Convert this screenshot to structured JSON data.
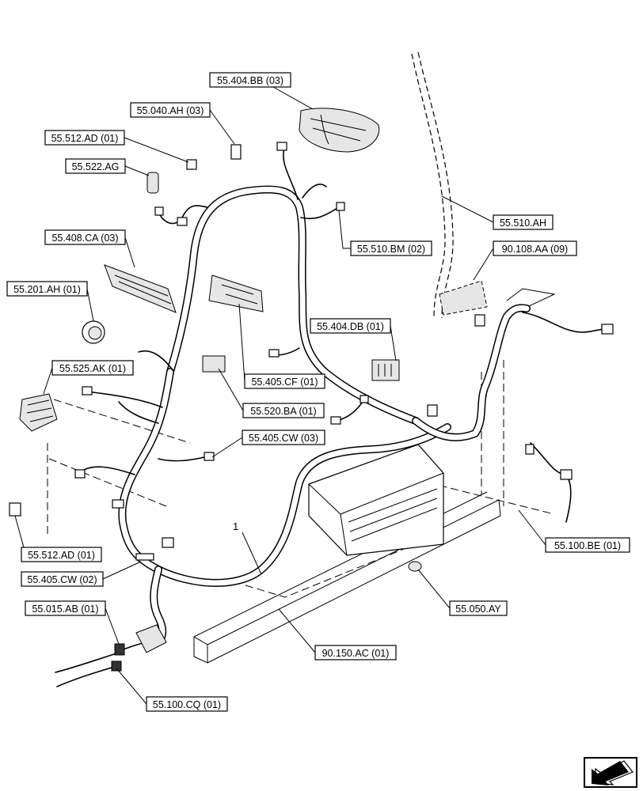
{
  "callouts": {
    "bb_404_03": "55.404.BB (03)",
    "ah_040_03": "55.040.AH (03)",
    "ad_512_01_top": "55.512.AD (01)",
    "ag_522": "55.522.AG",
    "ah_510": "55.510.AH",
    "ca_408_03": "55.408.CA (03)",
    "bm_510_02": "55.510.BM (02)",
    "aa_108_09": "90.108.AA (09)",
    "ah_201_01": "55.201.AH (01)",
    "db_404_01": "55.404.DB (01)",
    "ak_525_01": "55.525.AK (01)",
    "cf_405_01": "55.405.CF (01)",
    "ba_520_01": "55.520.BA (01)",
    "cw_405_03": "55.405.CW (03)",
    "be_100_01": "55.100.BE (01)",
    "ad_512_01_bottom": "55.512.AD (01)",
    "cw_405_02": "55.405.CW (02)",
    "ab_015_01": "55.015.AB (01)",
    "ay_050": "55.050.AY",
    "ac_150_01": "90.150.AC (01)",
    "cq_100_01": "55.100.CQ (01)"
  },
  "item_number": "1",
  "nav_icon": "next-page-arrow-icon"
}
